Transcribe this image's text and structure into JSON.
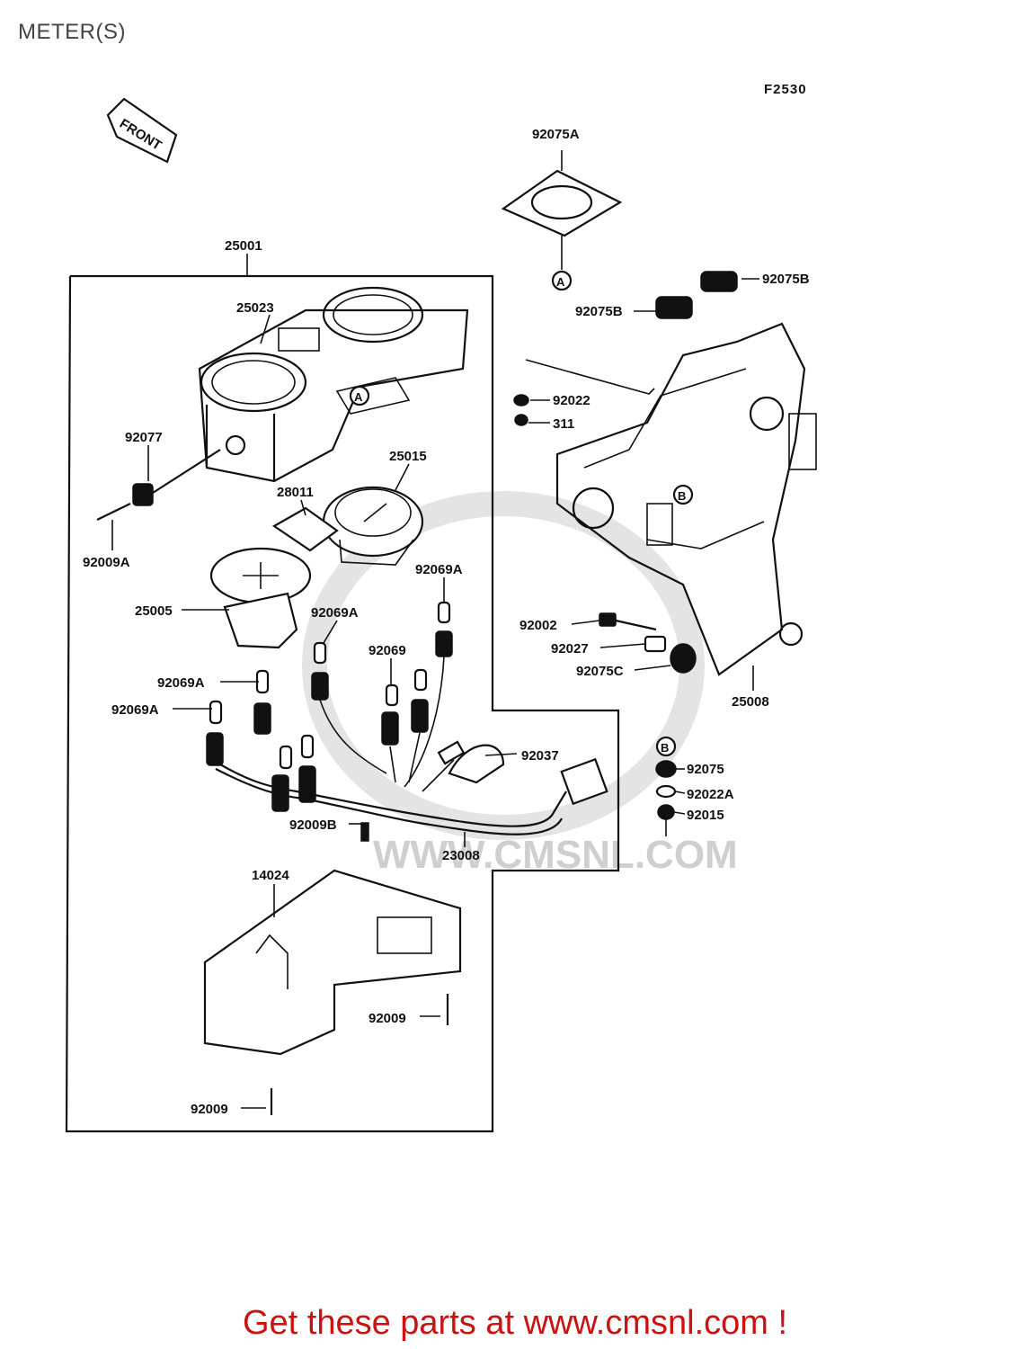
{
  "title": "METER(S)",
  "figure_code": "F2530",
  "front_label": "FRONT",
  "watermark": "WWW.CMSNL.COM",
  "footer": "Get these parts at www.cmsnl.com !",
  "colors": {
    "footer": "#cc1111",
    "title": "#444444",
    "lines": "#111111",
    "watermark": "#cfcfcf"
  },
  "labels": {
    "p25001": "25001",
    "p25023": "25023",
    "p92077": "92077",
    "p92009a": "92009A",
    "p25015": "25015",
    "p28011": "28011",
    "p25005": "25005",
    "p92069a_1": "92069A",
    "p92069a_2": "92069A",
    "p92069": "92069",
    "p92069a_3": "92069A",
    "p92069a_4": "92069A",
    "p92009b": "92009B",
    "p23008": "23008",
    "p92037": "92037",
    "p14024": "14024",
    "p92009_1": "92009",
    "p92009_2": "92009",
    "p92075a": "92075A",
    "p92075b_1": "92075B",
    "p92075b_2": "92075B",
    "p92022": "92022",
    "p311": "311",
    "p92002": "92002",
    "p92027": "92027",
    "p92075c": "92075C",
    "p25008": "25008",
    "p92075": "92075",
    "p92022a": "92022A",
    "p92015": "92015"
  },
  "markers": {
    "a": "A",
    "b": "B"
  }
}
